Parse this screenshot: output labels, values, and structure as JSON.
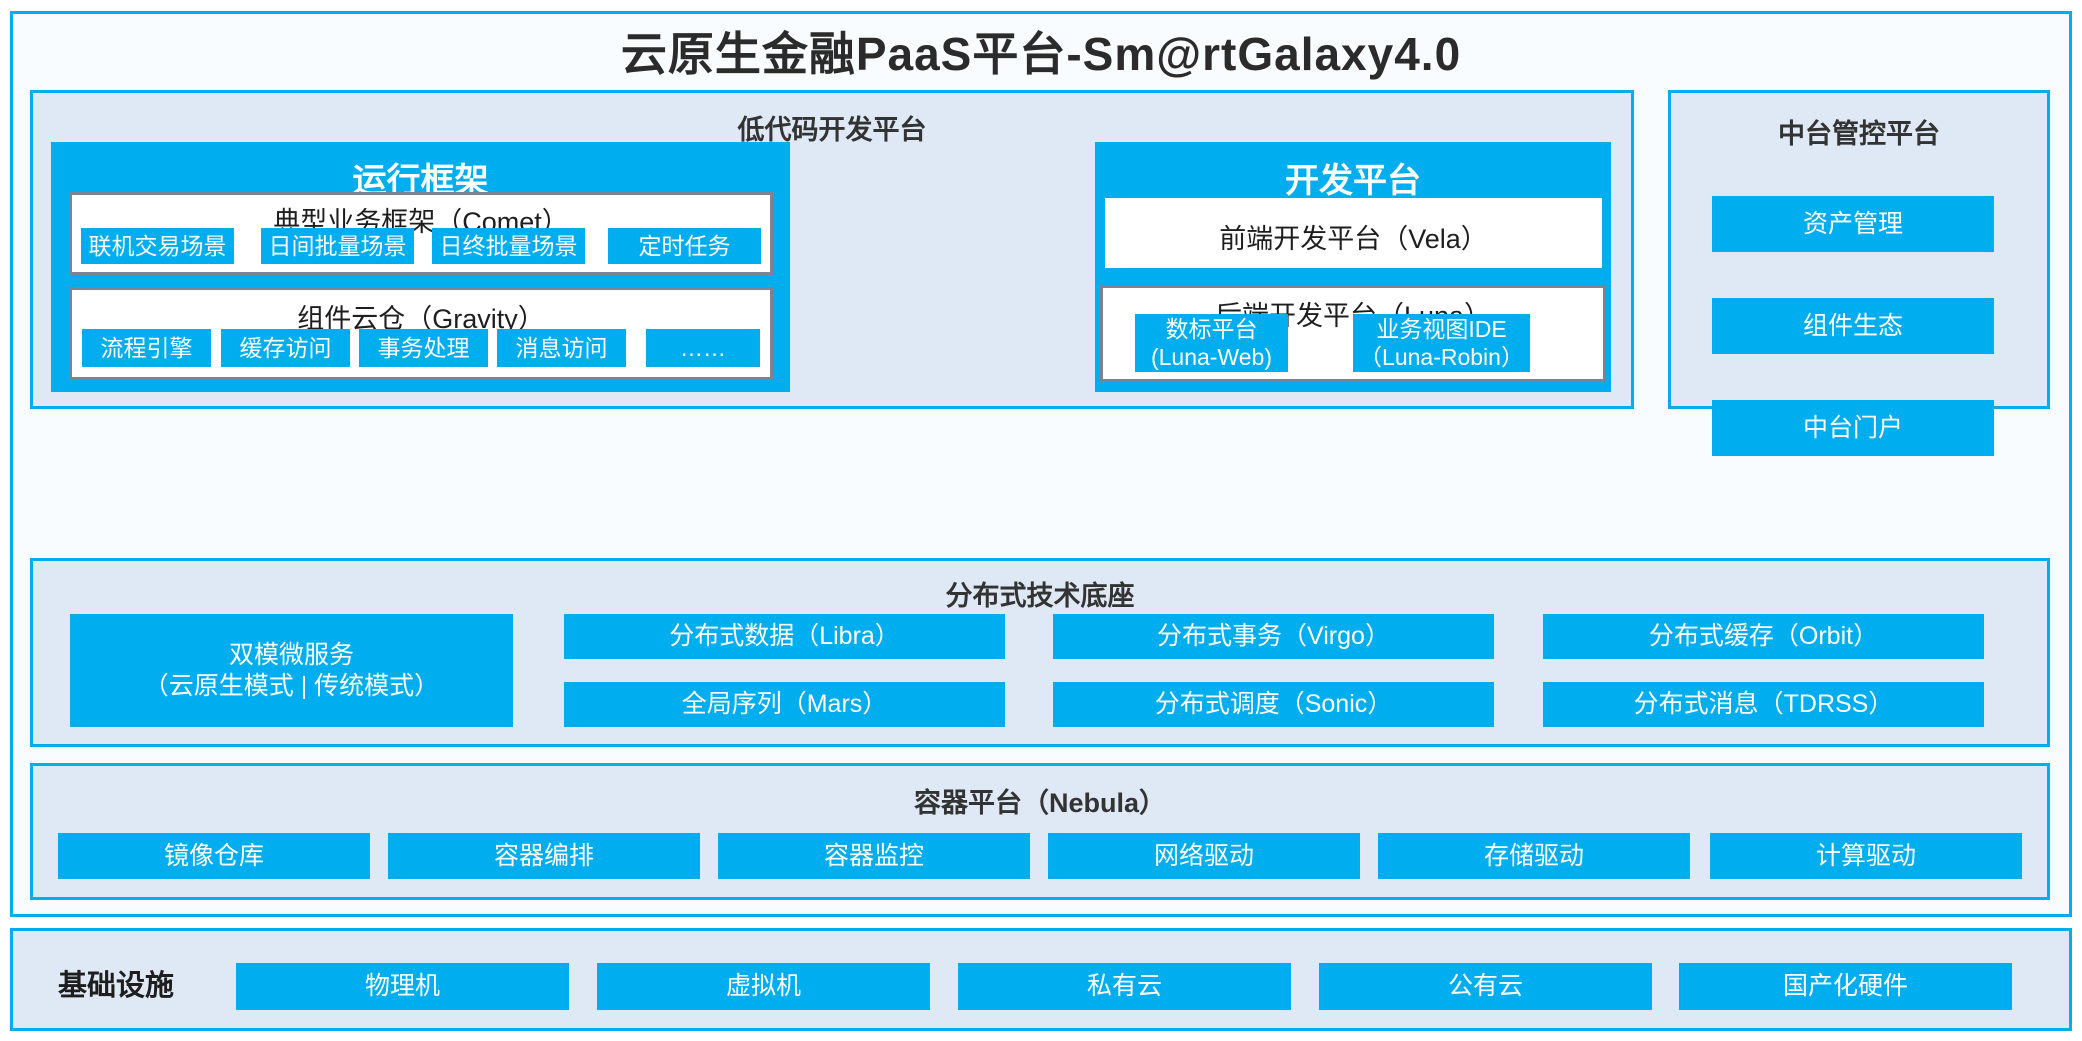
{
  "colors": {
    "accent_blue": "#00AEEF",
    "panel_bg": "#DFE9F5",
    "card_border": "#7C8491",
    "page_bg": "#F8FCFE",
    "text_dark": "#2B2B2B"
  },
  "title": "云原生金融PaaS平台-Sm@rtGalaxy4.0",
  "lowcode": {
    "title": "低代码开发平台",
    "runtime": {
      "title": "运行框架",
      "comet": {
        "title": "典型业务框架（Comet）",
        "items": [
          "联机交易场景",
          "日间批量场景",
          "日终批量场景",
          "定时任务"
        ]
      },
      "gravity": {
        "title": "组件云仓（Gravity）",
        "items": [
          "流程引擎",
          "缓存访问",
          "事务处理",
          "消息访问",
          "……"
        ]
      }
    },
    "devplatform": {
      "title": "开发平台",
      "frontend": "前端开发平台（Vela）",
      "backend": {
        "title": "后端开发平台（Luna）",
        "items": [
          "数标平台\n(Luna-Web)",
          "业务视图IDE\n（Luna-Robin）"
        ]
      }
    }
  },
  "midoffice": {
    "title": "中台管控平台",
    "items": [
      "资产管理",
      "组件生态",
      "中台门户"
    ]
  },
  "distributed": {
    "title": "分布式技术底座",
    "microservice": "双模微服务\n（云原生模式 | 传统模式）",
    "grid": [
      [
        "分布式数据（Libra）",
        "分布式事务（Virgo）",
        "分布式缓存（Orbit）"
      ],
      [
        "全局序列（Mars）",
        "分布式调度（Sonic）",
        "分布式消息（TDRSS）"
      ]
    ]
  },
  "container": {
    "title": "容器平台（Nebula）",
    "items": [
      "镜像仓库",
      "容器编排",
      "容器监控",
      "网络驱动",
      "存储驱动",
      "计算驱动"
    ]
  },
  "infrastructure": {
    "label": "基础设施",
    "items": [
      "物理机",
      "虚拟机",
      "私有云",
      "公有云",
      "国产化硬件"
    ]
  }
}
